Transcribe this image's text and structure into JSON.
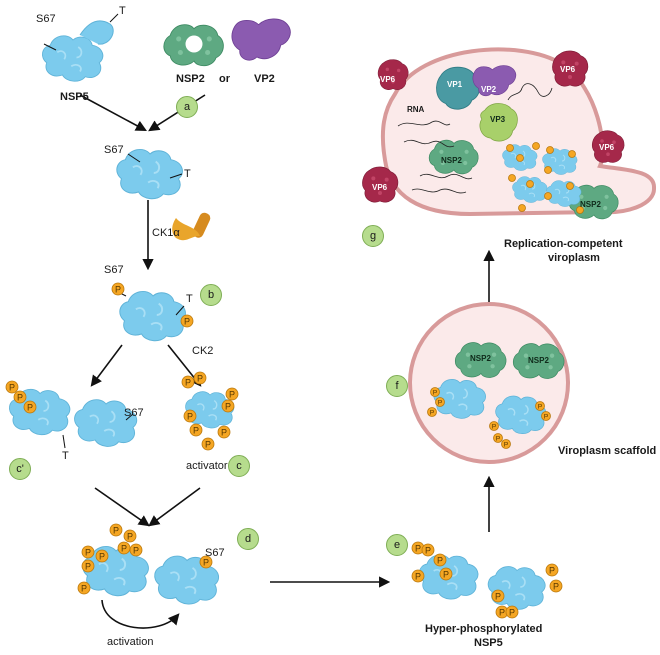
{
  "labels": {
    "s67_a": "S67",
    "t_a": "T",
    "nsp5": "NSP5",
    "nsp2": "NSP2",
    "or": "or",
    "vp2": "VP2",
    "s67_b": "S67",
    "t_b": "T",
    "ck1a": "CK1α",
    "s67_c": "S67",
    "t_c": "T",
    "ck2": "CK2",
    "s67_cprime": "S67",
    "t_cprime": "T",
    "activator": "activator",
    "s67_d": "S67",
    "activation": "activation",
    "hyper": "Hyper-phosphorylated",
    "hyper2": "NSP5",
    "scaffold": "Viroplasm scaffold",
    "replication": "Replication-competent",
    "replication2": "viroplasm",
    "rna": "RNA",
    "vp1": "VP1",
    "vp2_inner": "VP2",
    "vp3": "VP3",
    "nsp2_g1": "NSP2",
    "nsp2_g2": "NSP2",
    "nsp2_f1": "NSP2",
    "nsp2_f2": "NSP2",
    "vp6_1": "VP6",
    "vp6_2": "VP6",
    "vp6_3": "VP6",
    "vp6_4": "VP6",
    "phospho": "P"
  },
  "steps": {
    "a": "a",
    "b": "b",
    "c": "c",
    "c_prime": "c'",
    "d": "d",
    "e": "e",
    "f": "f",
    "g": "g"
  },
  "colors": {
    "nsp5": "#7ccbed",
    "nsp2": "#5ea982",
    "vp2": "#8b5bb0",
    "vp6": "#a5284a",
    "vp3": "#a8d06a",
    "vp1": "#4a9aa3",
    "phospho": "#f5a623",
    "cell_fill": "#fbeaea",
    "cell_stroke": "#d89a9a",
    "step_circle": "#b6dc8d"
  }
}
